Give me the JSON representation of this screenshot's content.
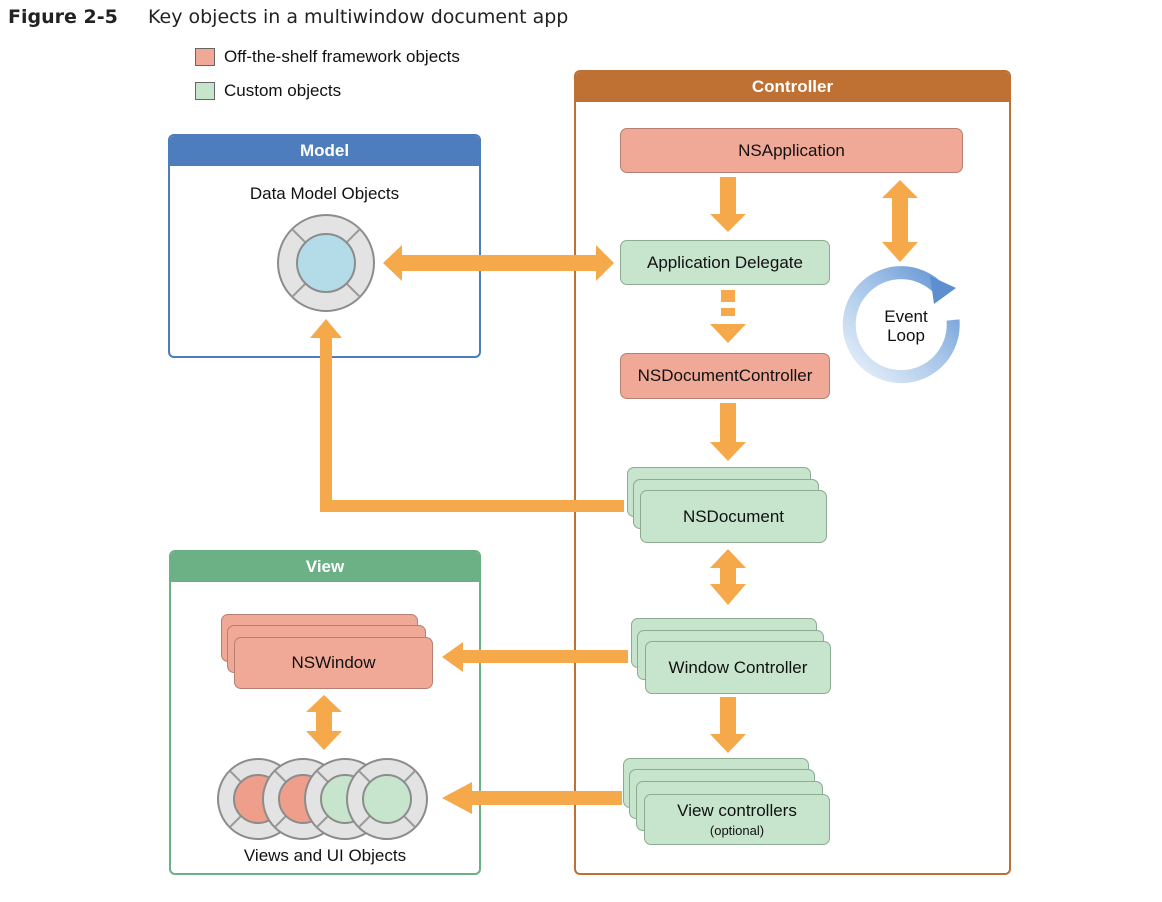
{
  "figure": {
    "label": "Figure 2-5",
    "title": "Key objects in a multiwindow document app"
  },
  "legend": [
    {
      "label": "Off-the-shelf framework objects",
      "color": "#f0a897"
    },
    {
      "label": "Custom objects",
      "color": "#c7e4cc"
    }
  ],
  "panels": {
    "model": {
      "title": "Model",
      "subtitle": "Data Model Objects",
      "color": "#4e7dbd"
    },
    "view": {
      "title": "View",
      "caption": "Views and UI Objects",
      "color": "#6cb086"
    },
    "controller": {
      "title": "Controller",
      "color": "#bf7033"
    }
  },
  "nodes": {
    "ns_application": "NSApplication",
    "app_delegate": "Application Delegate",
    "doc_controller": "NSDocumentController",
    "ns_document": "NSDocument",
    "window_controller": "Window Controller",
    "view_controllers": "View controllers",
    "view_controllers_note": "(optional)",
    "ns_window": "NSWindow",
    "event_loop_line1": "Event",
    "event_loop_line2": "Loop"
  },
  "colors": {
    "arrow": "#f5a94a",
    "framework": "#f0a897",
    "custom": "#c7e4cc",
    "loop": "#6c9bd2"
  }
}
